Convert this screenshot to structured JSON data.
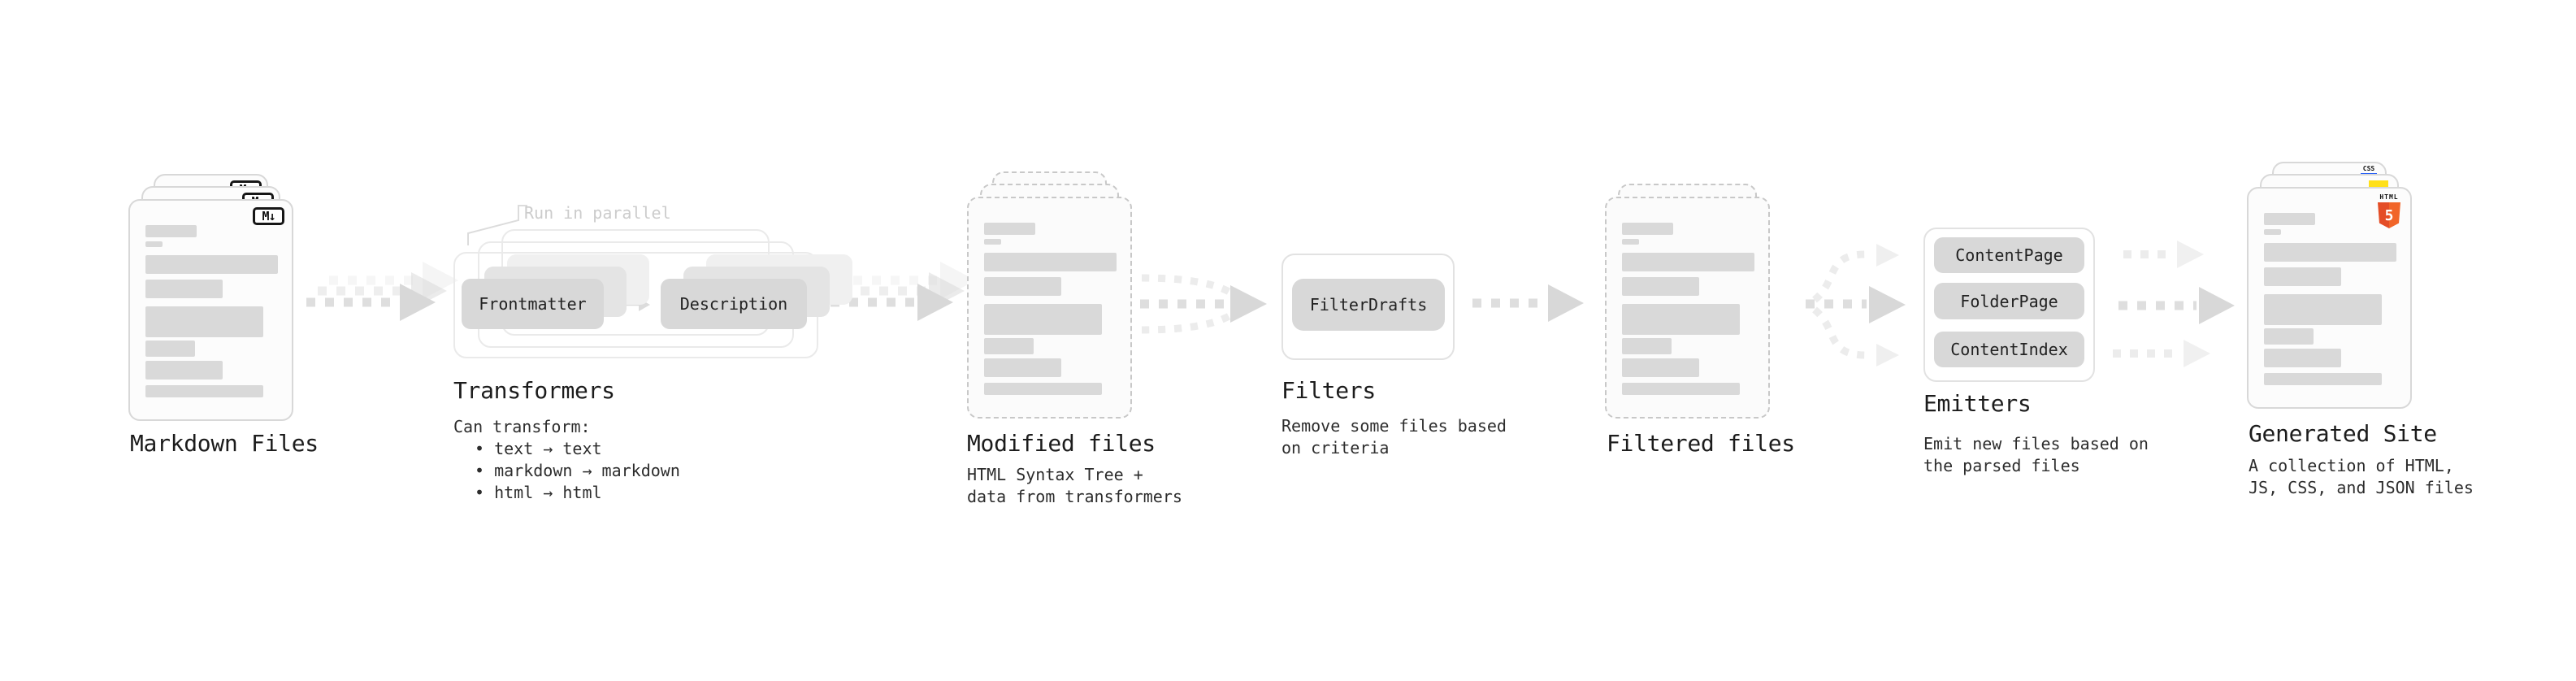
{
  "diagram": {
    "markdown": {
      "label": "Markdown Files",
      "badge": "M↓"
    },
    "transformers": {
      "annotation": "Run in parallel",
      "pill_frontmatter": "Frontmatter",
      "pill_description": "Description",
      "label": "Transformers",
      "desc_title": "Can transform:",
      "bullet_1": "• text → text",
      "bullet_2": "• markdown → markdown",
      "bullet_3": "• html → html"
    },
    "modified": {
      "label": "Modified files",
      "desc_1": "HTML Syntax Tree +",
      "desc_2": "data from transformers"
    },
    "filters": {
      "pill": "FilterDrafts",
      "label": "Filters",
      "desc_1": "Remove some files based",
      "desc_2": "on criteria"
    },
    "filtered": {
      "label": "Filtered files"
    },
    "emitters": {
      "pill_1": "ContentPage",
      "pill_2": "FolderPage",
      "pill_3": "ContentIndex",
      "label": "Emitters",
      "desc_1": "Emit new files based on",
      "desc_2": "the parsed files"
    },
    "generated": {
      "label": "Generated Site",
      "desc_1": "A collection of HTML,",
      "desc_2": "JS, CSS, and JSON files",
      "badge_css": "CSS",
      "badge_html_word": "HTML",
      "badge_html_number": "5"
    }
  },
  "colors": {
    "placeholder_bar": "#d9d9d9",
    "arrow": "#dedede",
    "arrow_head": "#d8d8d8",
    "html5_orange_left": "#e44d26",
    "html5_orange_right": "#f16529",
    "js_yellow": "#ffe01a",
    "css_blue": "#2b63f6",
    "text": "#1c1c1c"
  }
}
